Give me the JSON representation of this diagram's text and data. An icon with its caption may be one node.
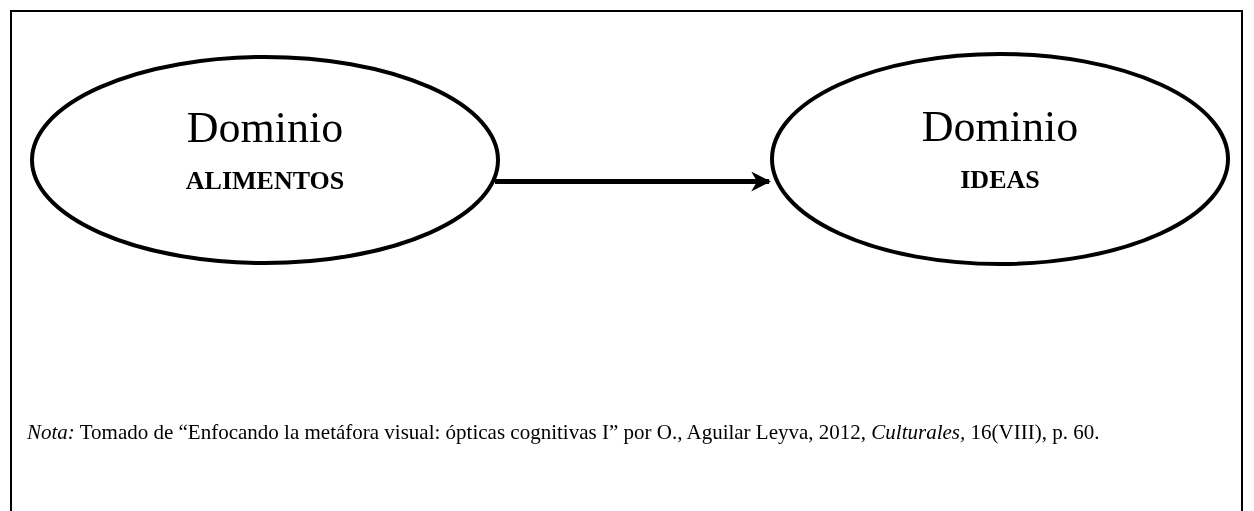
{
  "diagram": {
    "caption": "*Nota:* Tomado de “Enfocando la metáfora visual: ópticas cognitivas I” por O., Aguilar Leyva, 2012, *Culturales,* 16(VIII), p. 60.",
    "nodes": [
      {
        "text": [
          "Dominio",
          "ALIMENTOS"
        ]
      },
      {
        "text": [
          "Dominio",
          "IDEAS"
        ]
      }
    ],
    "edges": [
      {
        "from": 0,
        "to": 1,
        "arrow": "to"
      }
    ]
  }
}
